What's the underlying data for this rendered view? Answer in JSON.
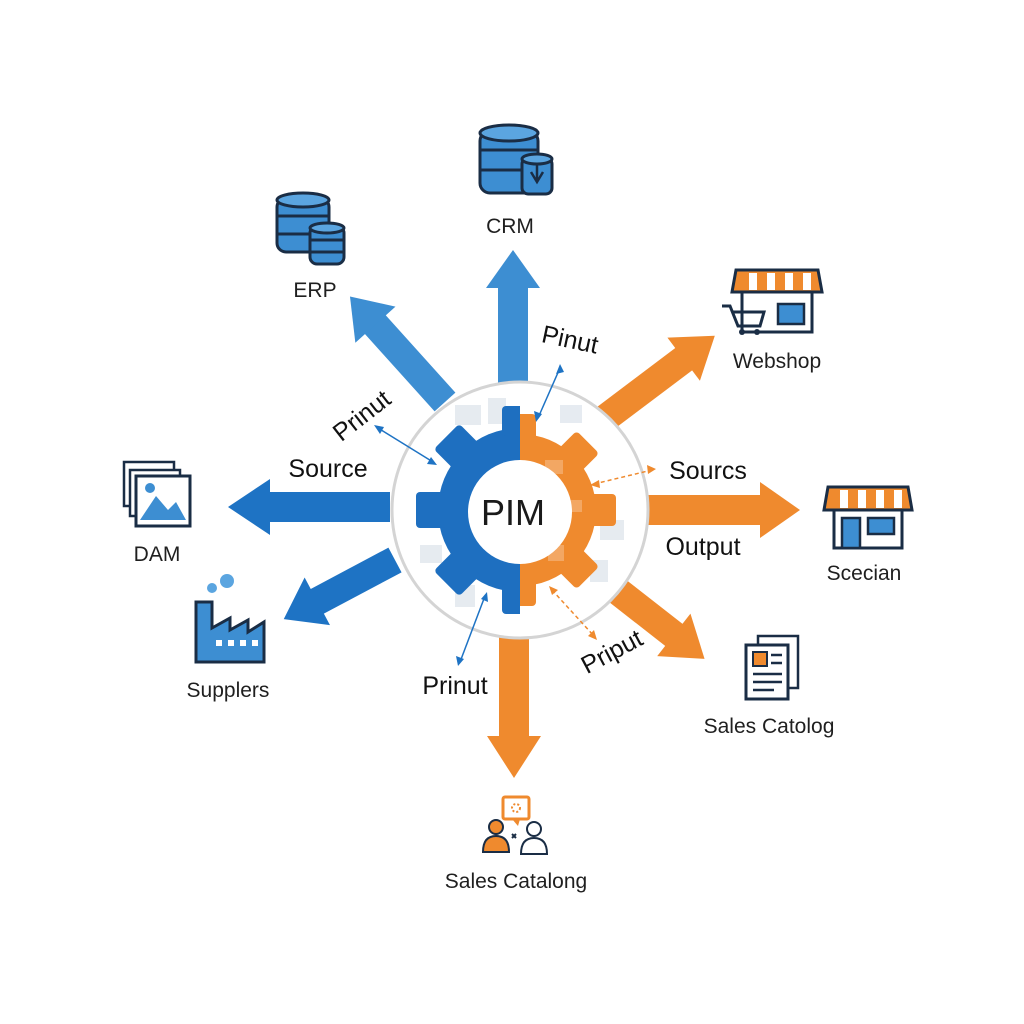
{
  "hub": {
    "label": "PIM"
  },
  "nodes": {
    "crm": {
      "label": "CRM",
      "icon": "database-icon"
    },
    "erp": {
      "label": "ERP",
      "icon": "database-icon"
    },
    "webshop": {
      "label": "Webshop",
      "icon": "storefront-cart-icon"
    },
    "scecian": {
      "label": "Scecian",
      "icon": "storefront-icon"
    },
    "sales_catolog": {
      "label": "Sales Catolog",
      "icon": "document-icon"
    },
    "sales_catalong": {
      "label": "Sales Catalong",
      "icon": "people-chat-icon"
    },
    "suppliers": {
      "label": "Supplers",
      "icon": "factory-icon"
    },
    "dam": {
      "label": "DAM",
      "icon": "image-gallery-icon"
    }
  },
  "flow_labels": {
    "top": "Pinut",
    "upper_left": "Prinut",
    "left": "Source",
    "right_top": "Sourcs",
    "right_bottom": "Output",
    "lower_right": "Priput",
    "bottom": "Prinut"
  },
  "colors": {
    "inbound": "#3d8ed2",
    "inbound_dark": "#1e73c4",
    "outbound": "#ef8a2e",
    "ring": "#d4d4d4",
    "text": "#1f1f1f"
  }
}
